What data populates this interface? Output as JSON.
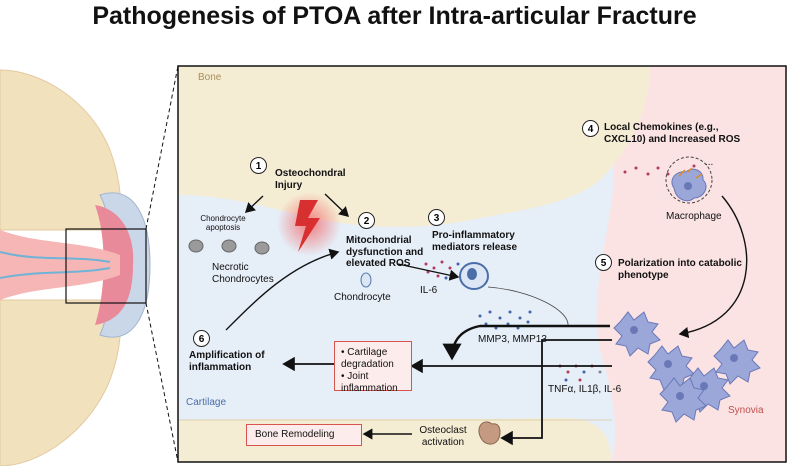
{
  "title": "Pathogenesis of PTOA after Intra-articular Fracture",
  "regions": {
    "bone": "Bone",
    "cartilage": "Cartilage",
    "synovia": "Synovia"
  },
  "steps": [
    {
      "num": "1",
      "text": "Osteochondral Injury"
    },
    {
      "num": "2",
      "text": "Mitochondrial dysfunction and elevated ROS"
    },
    {
      "num": "3",
      "text": "Pro-inflammatory mediators release"
    },
    {
      "num": "4",
      "text": "Local Chemokines (e.g., CXCL10) and Increased ROS"
    },
    {
      "num": "5",
      "text": "Polarization into catabolic phenotype"
    },
    {
      "num": "6",
      "text": "Amplification of inflammation"
    }
  ],
  "labels": {
    "chondrocyte_apoptosis": "Chondrocyte apoptosis",
    "necrotic": "Necrotic Chondrocytes",
    "chondrocyte": "Chondrocyte",
    "il6": "IL-6",
    "macrophage": "Macrophage",
    "mmp": "MMP3, MMP13",
    "cytokines": "TNFα, IL1β, IL-6",
    "osteoclast": "Osteoclast activation",
    "ellipsis": "..."
  },
  "boxes": {
    "cartilage_item1": "• Cartilage degradation",
    "cartilage_item2": "• Joint inflammation",
    "bone_remodeling": "Bone Remodeling"
  },
  "colors": {
    "bone": "#f5ecd4",
    "cartilage": "#e6eef8",
    "synovia": "#fbe3e4",
    "box_border": "#d9534f",
    "macrophage": "#9aa7d8"
  }
}
